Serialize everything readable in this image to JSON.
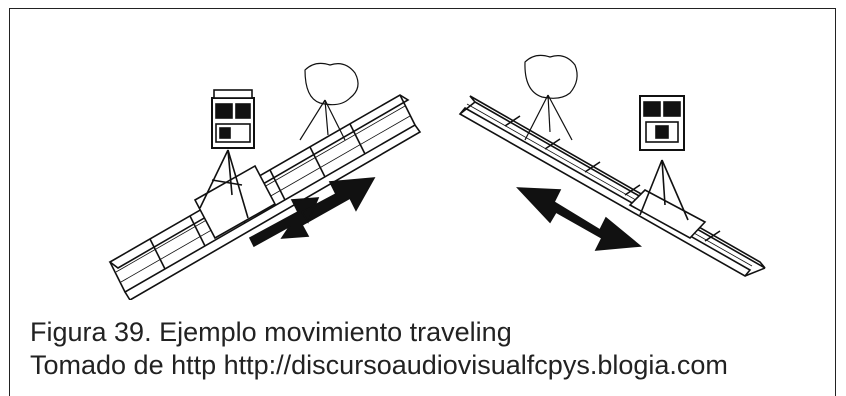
{
  "figure": {
    "caption_line1": "Figura  39. Ejemplo movimiento traveling",
    "caption_line2": "Tomado de http http://discursoaudiovisualfcpys.blogia.com",
    "left_illustration": "camera-dolly-track-left",
    "right_illustration": "camera-dolly-track-right",
    "ink_color": "#111111"
  }
}
